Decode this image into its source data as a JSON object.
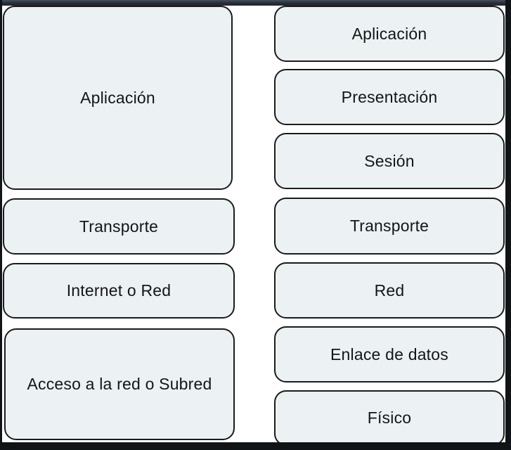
{
  "diagram": {
    "left_column": {
      "boxes": [
        {
          "label": "Aplicación"
        },
        {
          "label": "Transporte"
        },
        {
          "label": "Internet o Red"
        },
        {
          "label": "Acceso a la red o Subred"
        }
      ]
    },
    "right_column": {
      "boxes": [
        {
          "label": "Aplicación"
        },
        {
          "label": "Presentación"
        },
        {
          "label": "Sesión"
        },
        {
          "label": "Transporte"
        },
        {
          "label": "Red"
        },
        {
          "label": "Enlace de datos"
        },
        {
          "label": "Físico"
        }
      ]
    },
    "colors": {
      "box_fill": "#ecf2f3",
      "box_border": "#1b1b1b",
      "frame": "#111417",
      "frame_top": "#2b323c",
      "background": "#ffffff"
    }
  }
}
